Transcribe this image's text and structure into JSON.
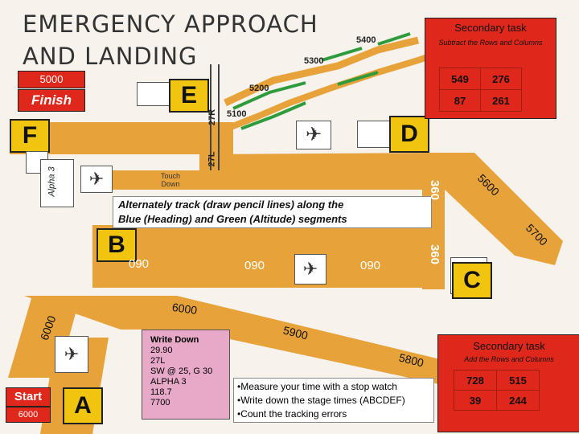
{
  "title_line1": "EMERGENCY APPROACH",
  "title_line2": "AND LANDING",
  "labels": {
    "finish": "Finish",
    "start": "Start",
    "alt_finish": "5000",
    "alt_start": "6000",
    "alpha3": "Alpha 3",
    "touch_down_1": "Touch",
    "touch_down_2": "Down",
    "rwy_27r": "27R",
    "rwy_27l": "27L"
  },
  "waypoints": {
    "A": "A",
    "B": "B",
    "C": "C",
    "D": "D",
    "E": "E",
    "F": "F"
  },
  "altitudes": {
    "a5100": "5100",
    "a5200": "5200",
    "a5300": "5300",
    "a5400": "5400",
    "a5600": "5600",
    "a5700": "5700",
    "a6000_mid": "6000",
    "a6000_left": "6000",
    "a5900": "5900",
    "a5800": "5800"
  },
  "headings": {
    "h090_1": "090",
    "h090_2": "090",
    "h090_3": "090",
    "h360_1": "360",
    "h360_2": "360"
  },
  "instruction": {
    "line1": "Alternately track (draw pencil lines) along the",
    "line2": "Blue (Heading) and Green (Altitude) segments"
  },
  "secondary_top": {
    "title": "Secondary task",
    "subtitle": "Subtract the Rows and Columns",
    "rows": [
      [
        "549",
        "276"
      ],
      [
        "87",
        "261"
      ]
    ]
  },
  "secondary_bottom": {
    "title": "Secondary task",
    "subtitle": "Add the Rows and Columns",
    "rows": [
      [
        "728",
        "515"
      ],
      [
        "39",
        "244"
      ]
    ]
  },
  "write_down": {
    "title": "Write Down",
    "lines": [
      "29.90",
      "27L",
      "SW @ 25, G 30",
      "ALPHA 3",
      "118.7",
      "7700"
    ]
  },
  "bullets": [
    "•Measure your time with a stop watch",
    "•Write down the stage times (ABCDEF)",
    "•Count the tracking errors"
  ],
  "colors": {
    "path_orange": "#e8a23a",
    "yellow_box": "#f0c40f",
    "red_box": "#e0271b",
    "green_segment": "#2e9b3c",
    "pink_note": "#e8a8c8",
    "gray_text": "#ddd6cf"
  }
}
